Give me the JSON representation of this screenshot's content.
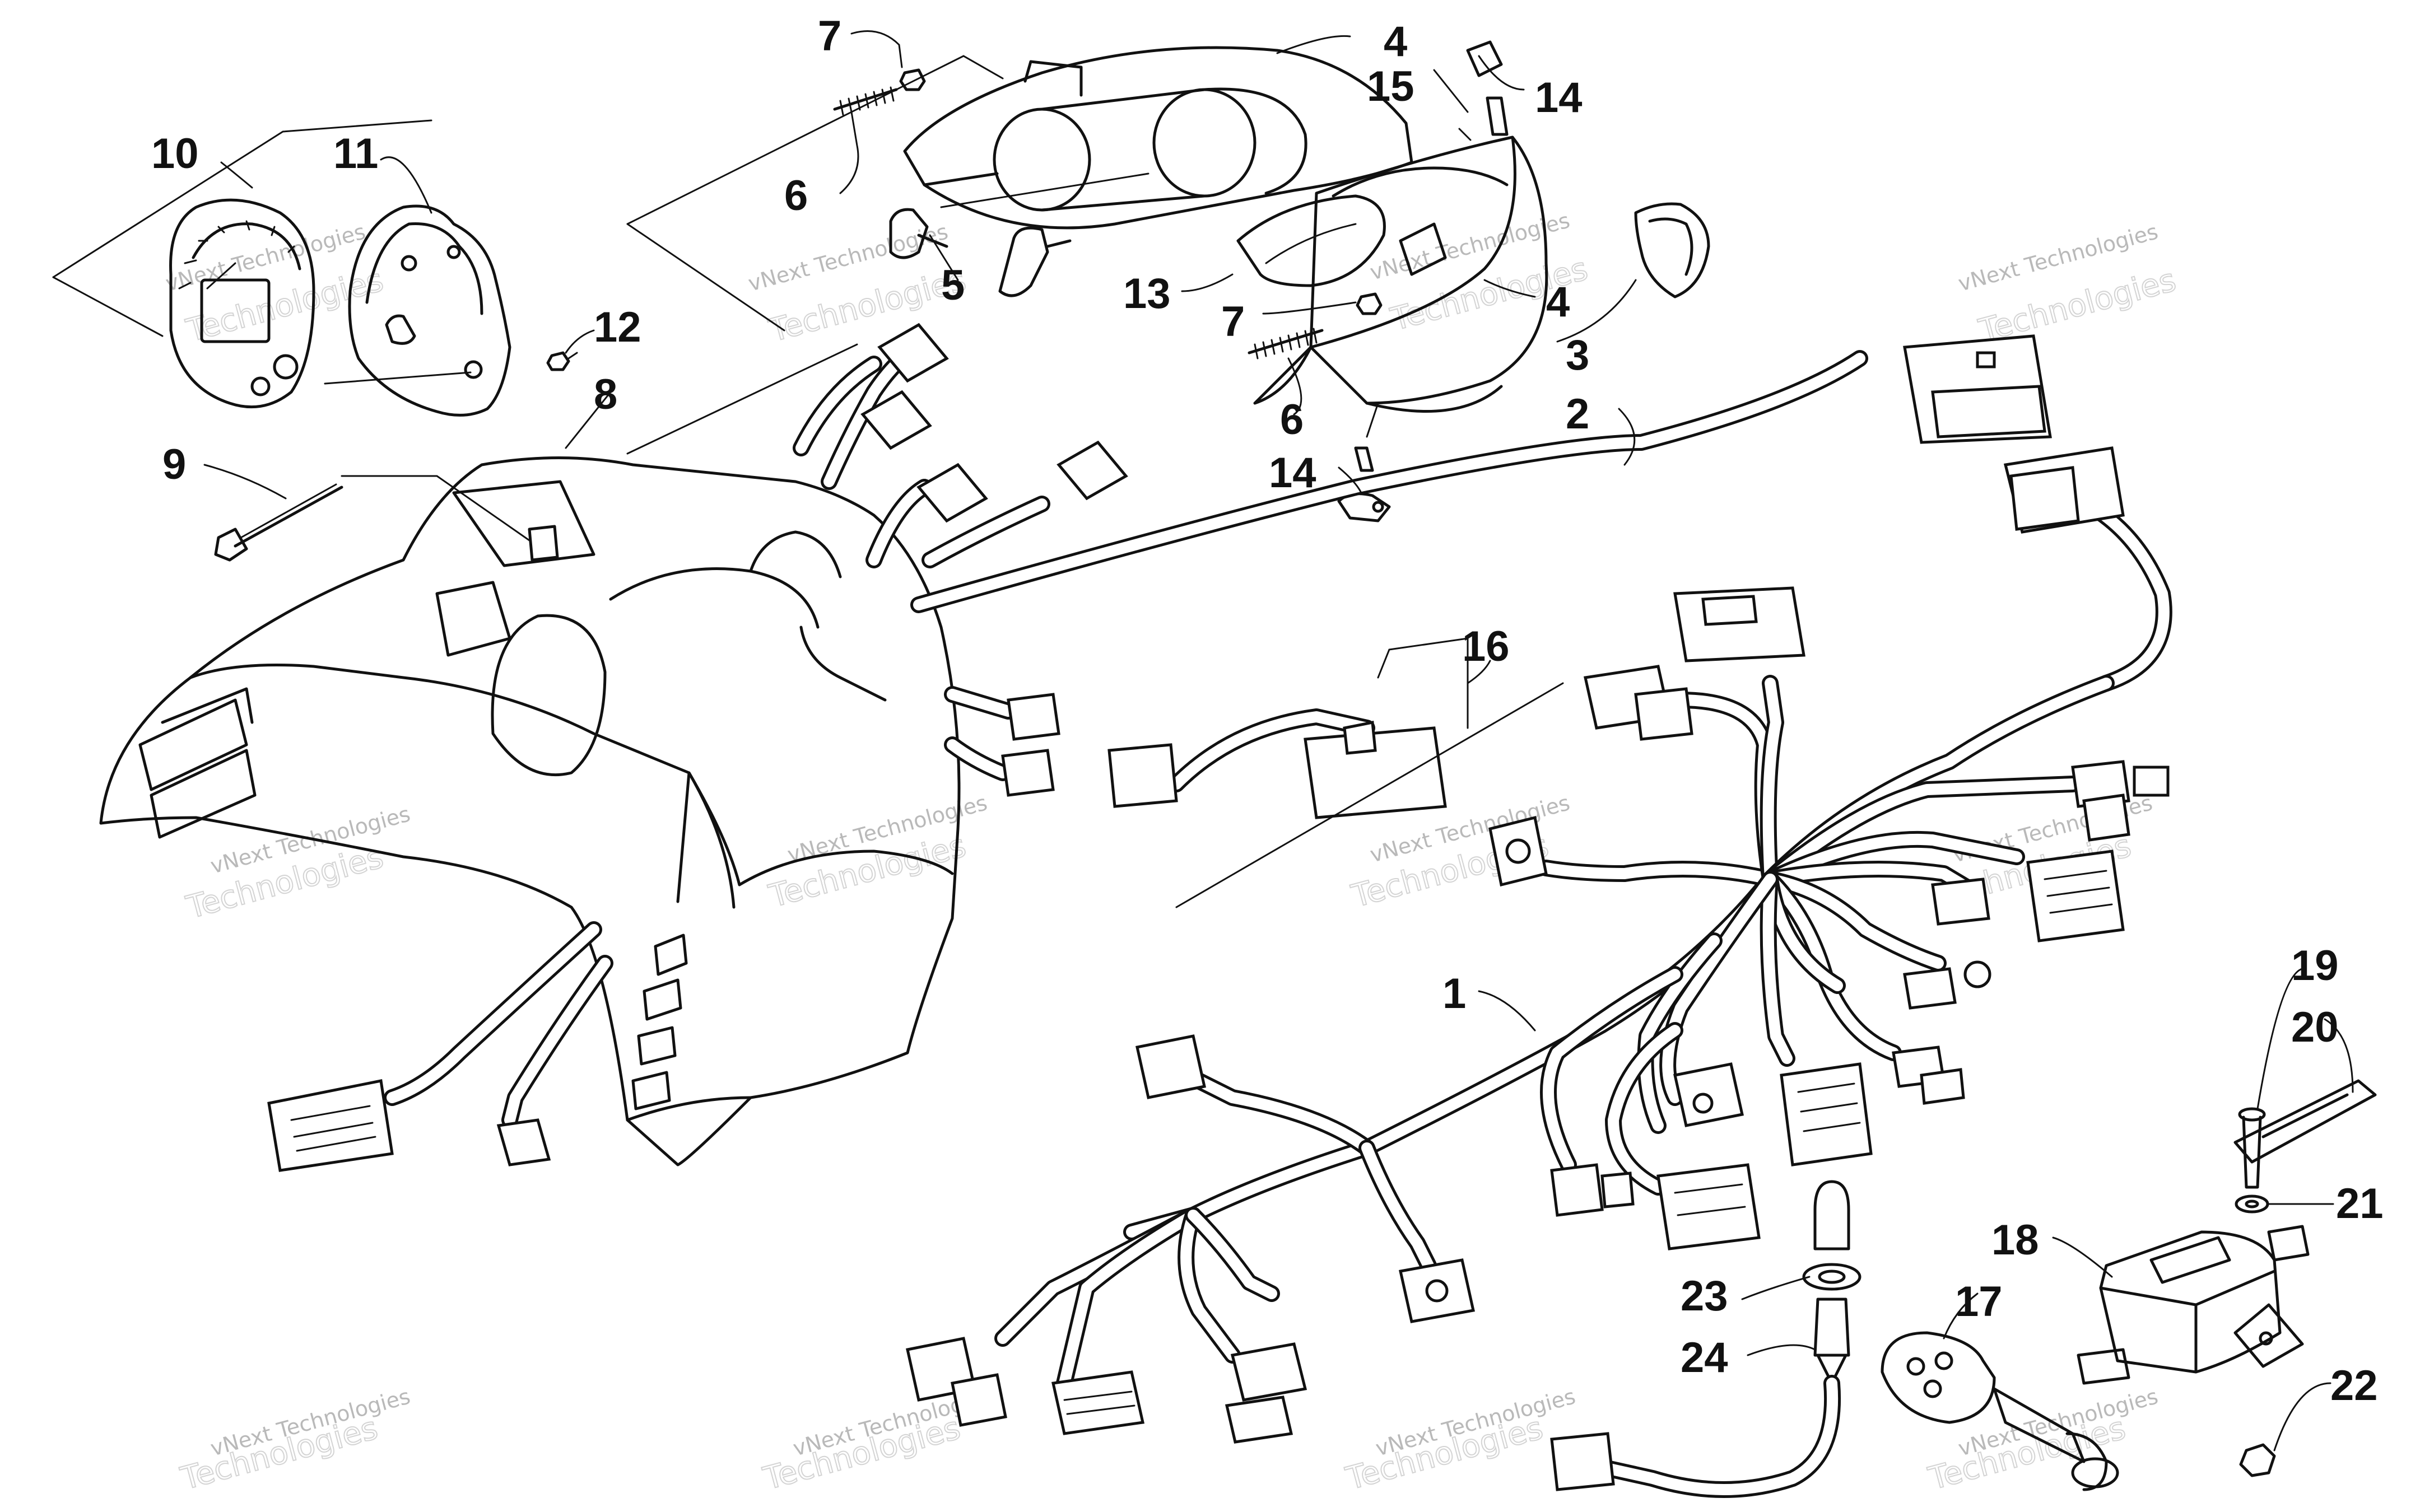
{
  "callouts": {
    "c1": "1",
    "c2": "2",
    "c3": "3",
    "c4a": "4",
    "c4b": "4",
    "c5": "5",
    "c6a": "6",
    "c6b": "6",
    "c7a": "7",
    "c7b": "7",
    "c8": "8",
    "c9": "9",
    "c10": "10",
    "c11": "11",
    "c12": "12",
    "c13": "13",
    "c14a": "14",
    "c14b": "14",
    "c15": "15",
    "c16": "16",
    "c17": "17",
    "c18": "18",
    "c19": "19",
    "c20": "20",
    "c21": "21",
    "c22": "22",
    "c23": "23",
    "c24": "24"
  },
  "watermark": {
    "line1": "vNext Technologies",
    "line2": "Technologies"
  }
}
